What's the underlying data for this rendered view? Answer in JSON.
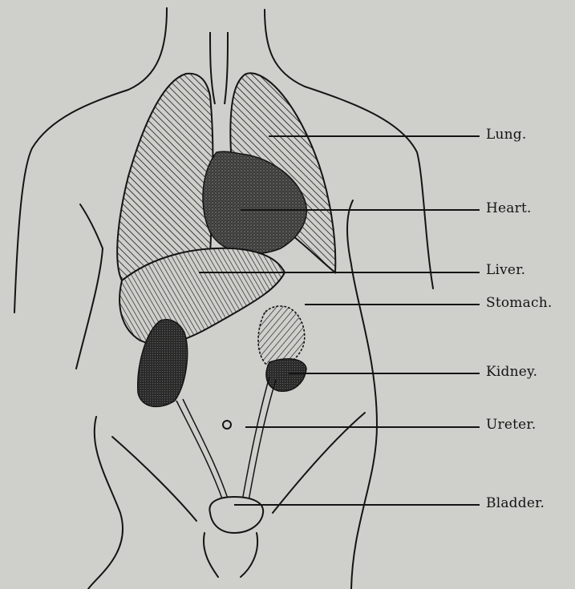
{
  "diagram": {
    "labels": [
      {
        "id": "lung",
        "text": "Lung."
      },
      {
        "id": "heart",
        "text": "Heart."
      },
      {
        "id": "liver",
        "text": "Liver."
      },
      {
        "id": "stomach",
        "text": "Stomach."
      },
      {
        "id": "kidney",
        "text": "Kidney."
      },
      {
        "id": "ureter",
        "text": "Ureter."
      },
      {
        "id": "bladder",
        "text": "Bladder."
      }
    ]
  },
  "colors": {
    "paper": "#cfcfcb",
    "ink": "#141414"
  }
}
